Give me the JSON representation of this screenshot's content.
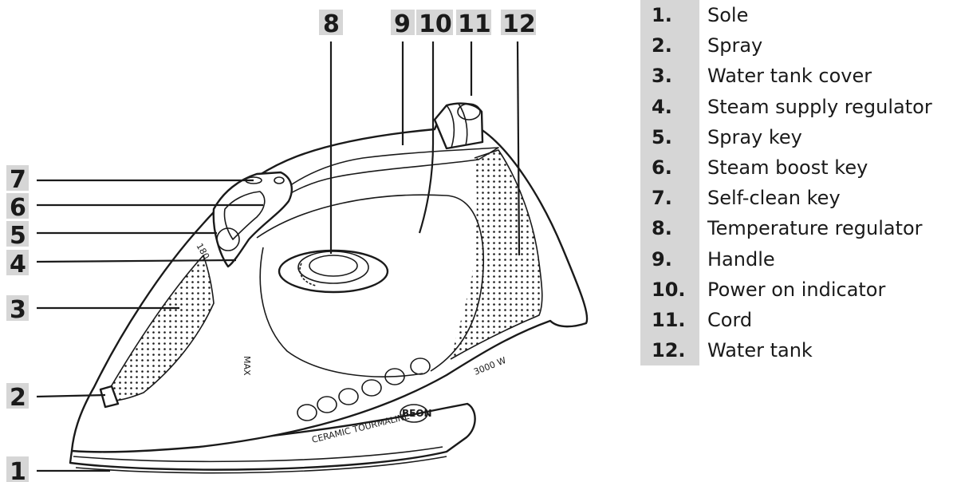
{
  "callouts": [
    {
      "num": "1",
      "label": "Sole"
    },
    {
      "num": "2",
      "label": "Spray"
    },
    {
      "num": "3",
      "label": "Water tank cover"
    },
    {
      "num": "4",
      "label": "Steam supply regulator"
    },
    {
      "num": "5",
      "label": "Spray key"
    },
    {
      "num": "6",
      "label": "Steam boost key"
    },
    {
      "num": "7",
      "label": "Self-clean key"
    },
    {
      "num": "8",
      "label": "Temperature regulator"
    },
    {
      "num": "9",
      "label": "Handle"
    },
    {
      "num": "10",
      "label": "Power on indicator"
    },
    {
      "num": "11",
      "label": "Cord"
    },
    {
      "num": "12",
      "label": "Water tank"
    }
  ],
  "legend": [
    {
      "num": "1.",
      "label": "Sole"
    },
    {
      "num": "2.",
      "label": "Spray"
    },
    {
      "num": "3.",
      "label": "Water tank cover"
    },
    {
      "num": "4.",
      "label": "Steam supply regulator"
    },
    {
      "num": "5.",
      "label": "Spray key"
    },
    {
      "num": "6.",
      "label": "Steam boost key"
    },
    {
      "num": "7.",
      "label": "Self-clean key"
    },
    {
      "num": "8.",
      "label": "Temperature regulator"
    },
    {
      "num": "9.",
      "label": "Handle"
    },
    {
      "num": "10.",
      "label": "Power on indicator"
    },
    {
      "num": "11.",
      "label": "Cord"
    },
    {
      "num": "12.",
      "label": "Water tank"
    }
  ],
  "iron_markings": {
    "power": "3000 W",
    "sole_plate": "CERAMIC TOURMALINE",
    "brand": "BEON",
    "max": "MAX",
    "temp": "180"
  }
}
